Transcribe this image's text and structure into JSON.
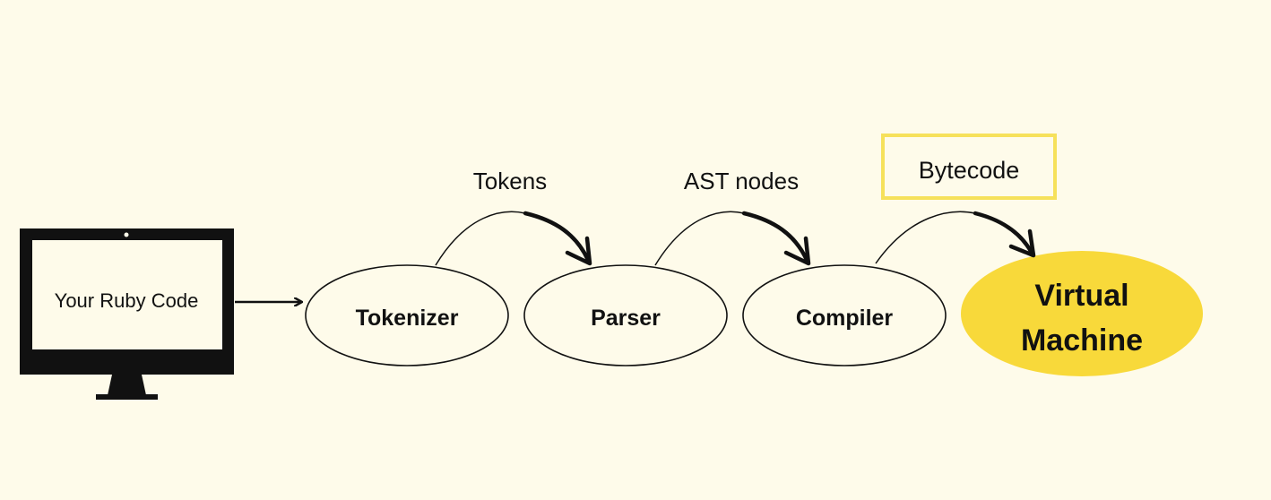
{
  "computer": {
    "label": "Your Ruby Code"
  },
  "stages": [
    {
      "id": "tokenizer",
      "label": "Tokenizer"
    },
    {
      "id": "parser",
      "label": "Parser"
    },
    {
      "id": "compiler",
      "label": "Compiler"
    },
    {
      "id": "virtual-machine",
      "label_line1": "Virtual",
      "label_line2": "Machine"
    }
  ],
  "transitions": [
    {
      "from": "tokenizer",
      "to": "parser",
      "label": "Tokens"
    },
    {
      "from": "parser",
      "to": "compiler",
      "label": "AST nodes"
    },
    {
      "from": "compiler",
      "to": "virtual-machine",
      "label": "Bytecode"
    }
  ],
  "colors": {
    "background": "#fefbea",
    "highlight_fill": "#f8d93a",
    "bytecode_box_border": "#f6e15b",
    "stroke": "#111111"
  }
}
